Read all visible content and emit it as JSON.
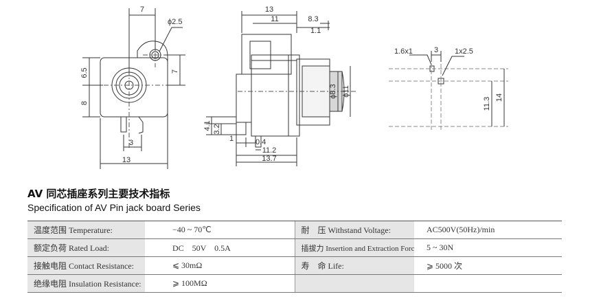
{
  "dimensions": {
    "front": {
      "width_top": "7",
      "hole_dia": "ϕ2.5",
      "left_upper": "6.5",
      "left_lower": "8",
      "right_side": "7",
      "pin_spacing": "3",
      "overall_width": "13"
    },
    "side": {
      "top_overall": "13",
      "top_inner": "11",
      "top_right": "8.3",
      "small_offset": "1.1",
      "dia_inner": "ϕ8.3",
      "dia_outer": "ϕ11",
      "left_41": "4.1",
      "left_32": "3.2",
      "pin_1": "1",
      "pin_04": "0.4",
      "bottom_112": "11.2",
      "bottom_137": "13.7"
    },
    "pcb": {
      "hole_label_1": "1.6x1",
      "hole_label_2": "1x2.5",
      "hole_spacing": "3",
      "height_113": "11.3",
      "height_14": "14"
    }
  },
  "heading": {
    "cn": "AV 同芯插座系列主要技术指标",
    "en": "Specification of AV Pin jack board Series"
  },
  "spec_table": {
    "rows": [
      {
        "label": "温度范围 Temperature:",
        "value": "−40 ~ 70℃",
        "label2": "耐　压 Withstand Voltage:",
        "value2": "AC500V(50Hz)/min"
      },
      {
        "label": "额定负荷 Rated Load:",
        "value": "DC　50V　0.5A",
        "label2": "插拔力 Insertion and Extraction Force:",
        "value2": "5 ~ 30N"
      },
      {
        "label": "接触电阻 Contact Resistance:",
        "value": "⩽ 30mΩ",
        "label2": "寿　命 Life:",
        "value2": "⩾ 5000 次"
      },
      {
        "label": "绝缘电阻 Insulation Resistance:",
        "value": "⩾ 100MΩ",
        "label2": "",
        "value2": ""
      }
    ]
  }
}
